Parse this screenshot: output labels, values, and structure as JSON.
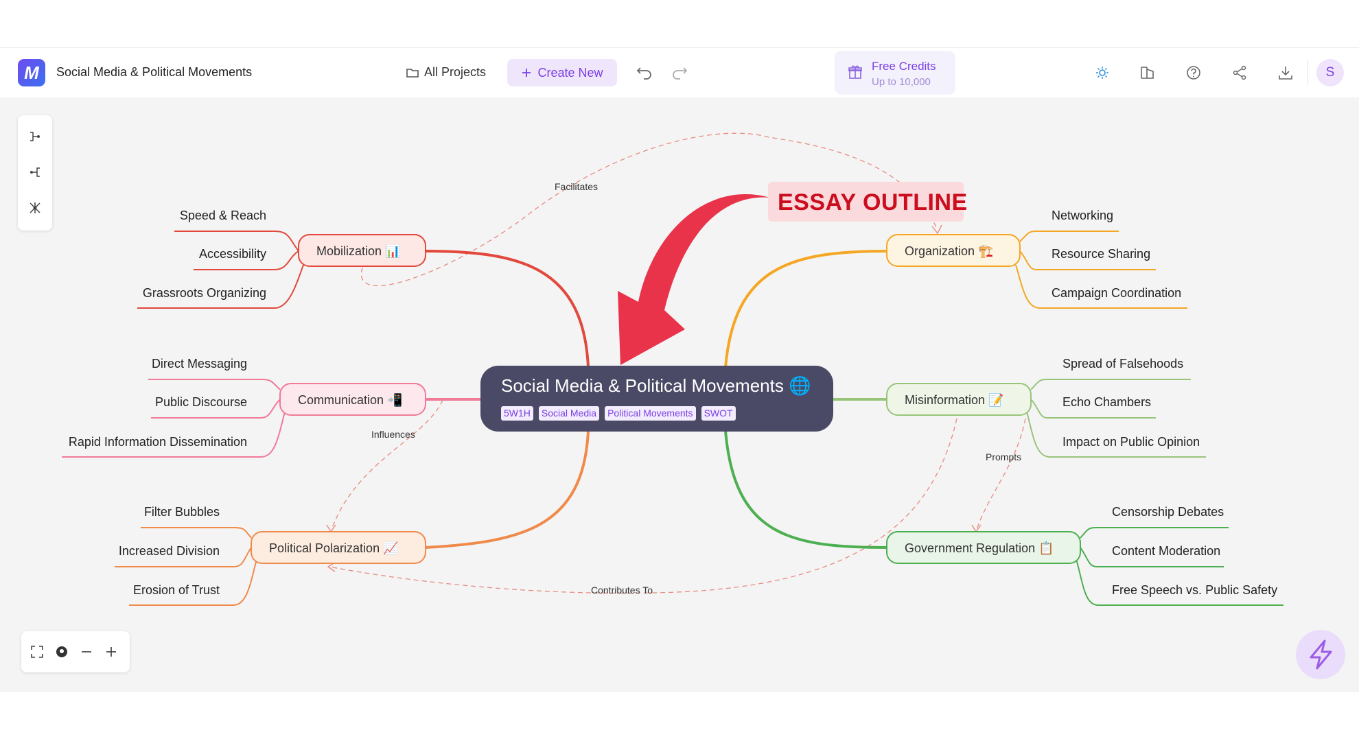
{
  "app": {
    "title": "Social Media & Political Movements",
    "logo_text": "M"
  },
  "toolbar": {
    "all_projects": "All Projects",
    "create_new": "Create New",
    "credits_title": "Free Credits",
    "credits_sub": "Up to 10,000",
    "avatar_initial": "S"
  },
  "map": {
    "center": {
      "title": "Social Media & Political Movements 🌐",
      "tags": [
        "5W1H",
        "Social Media",
        "Political Movements",
        "SWOT"
      ]
    },
    "branches": [
      {
        "label": "Mobilization 📊",
        "color": "#e2483c",
        "leaves": [
          "Speed & Reach",
          "Accessibility",
          "Grassroots Organizing"
        ]
      },
      {
        "label": "Communication 📲",
        "color": "#f07a98",
        "leaves": [
          "Direct Messaging",
          "Public Discourse",
          "Rapid Information Dissemination"
        ]
      },
      {
        "label": "Political Polarization 📈",
        "color": "#f08a4b",
        "leaves": [
          "Filter Bubbles",
          "Increased Division",
          "Erosion of Trust"
        ]
      },
      {
        "label": "Organization 🏗️",
        "color": "#f5a623",
        "leaves": [
          "Networking",
          "Resource Sharing",
          "Campaign Coordination"
        ]
      },
      {
        "label": "Misinformation 📝",
        "color": "#98c47a",
        "leaves": [
          "Spread of Falsehoods",
          "Echo Chambers",
          "Impact on Public Opinion"
        ]
      },
      {
        "label": "Government Regulation 📋",
        "color": "#4caf50",
        "leaves": [
          "Censorship Debates",
          "Content Moderation",
          "Free Speech vs. Public Safety"
        ]
      }
    ],
    "relations": [
      "Facilitates",
      "Influences",
      "Prompts",
      "Contributes To"
    ]
  },
  "annotation": {
    "text": "ESSAY OUTLINE",
    "color": "#cc0d1e"
  },
  "colors": {
    "accent": "#7b3fe4",
    "center_bg": "#4a4a66",
    "canvas_bg": "#f4f4f4"
  }
}
